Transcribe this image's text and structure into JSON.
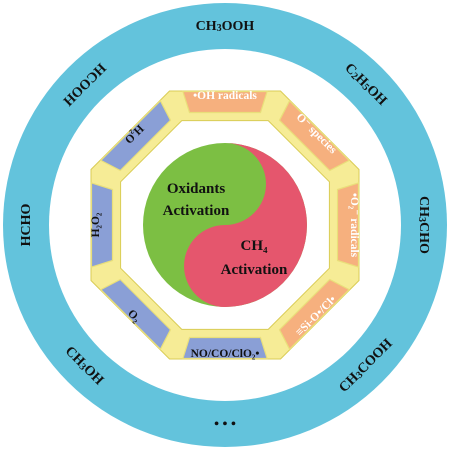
{
  "colors": {
    "outer_ring": "#63c3dc",
    "inner_disk": "#ffffff",
    "octagon_frame": "#f6ec96",
    "blue_segment": "#8a9fd6",
    "orange_segment": "#f6b07e",
    "green_half": "#7cbf43",
    "red_half": "#e5566d",
    "text": "#111111",
    "orange_text": "#ffffff"
  },
  "products": [
    {
      "id": "ch3ooh",
      "base": "CH",
      "sub1": "3",
      "rest": "OOH"
    },
    {
      "id": "c2h5oh",
      "base": "C",
      "sub1": "2",
      "mid": "H",
      "sub2": "5",
      "rest": "OH"
    },
    {
      "id": "ch3cho",
      "base": "CH",
      "sub1": "3",
      "rest": "CHO"
    },
    {
      "id": "ch3cooh",
      "base": "CH",
      "sub1": "3",
      "rest": "COOH"
    },
    {
      "id": "ellipsis",
      "base": "• • •"
    },
    {
      "id": "ch3oh",
      "base": "CH",
      "sub1": "3",
      "rest": "OH"
    },
    {
      "id": "hcho",
      "base": "HCHO"
    },
    {
      "id": "hcooh",
      "base": "HCOOH"
    }
  ],
  "oxidants": [
    {
      "id": "oh-radicals",
      "text": "•OH radicals",
      "color": "orange"
    },
    {
      "id": "o-species",
      "text": "O⁻ species",
      "color": "orange"
    },
    {
      "id": "o2-radicals",
      "text": "•O₂⁻ radicals",
      "color": "orange"
    },
    {
      "id": "si-o-cl",
      "text": "≡Si-O•/Cl•",
      "color": "orange"
    },
    {
      "id": "no-co-clo2",
      "text": "NO/CO/ClO₂•",
      "color": "blue"
    },
    {
      "id": "o2",
      "text": "O₂",
      "color": "blue"
    },
    {
      "id": "h2o2",
      "text": "H₂O₂",
      "color": "blue"
    },
    {
      "id": "h2o",
      "text": "H₂O",
      "color": "blue"
    }
  ],
  "center": {
    "left_line1": "Oxidants",
    "left_line2": "Activation",
    "right_line1": "CH₄",
    "right_line2": "Activation"
  }
}
